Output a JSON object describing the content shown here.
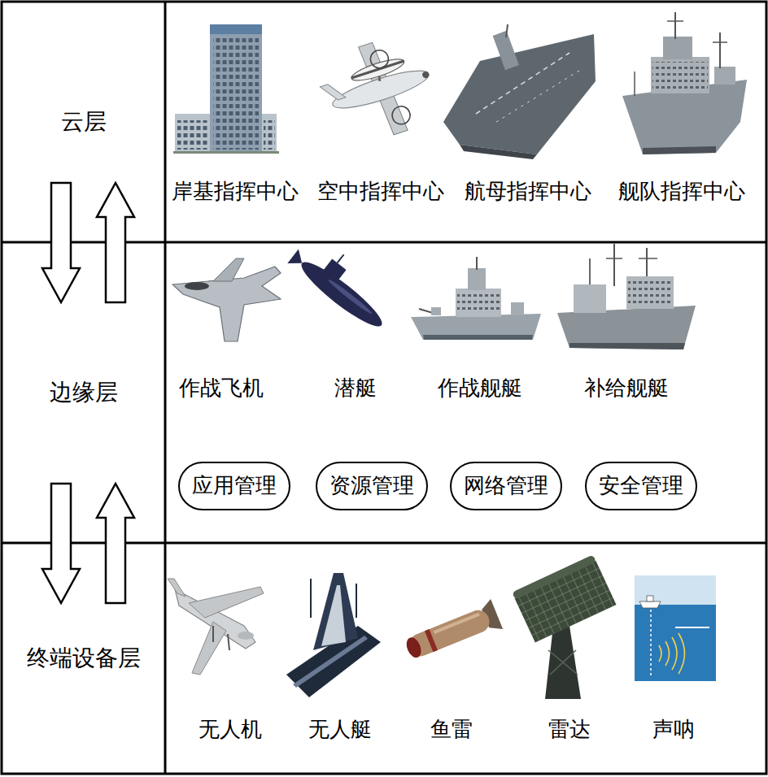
{
  "diagram": {
    "nodes": [
      {
        "text": [
          "云层"
        ]
      },
      {
        "text": [
          "边缘层"
        ]
      },
      {
        "text": [
          "终端设备层"
        ]
      },
      {
        "text": [
          "应用管理"
        ]
      },
      {
        "text": [
          "资源管理"
        ]
      },
      {
        "text": [
          "网络管理"
        ]
      },
      {
        "text": [
          "安全管理"
        ]
      }
    ],
    "edges": [
      {
        "from": 0,
        "to": 1,
        "arrow": "to"
      },
      {
        "from": 1,
        "to": 0,
        "arrow": "to"
      },
      {
        "from": 1,
        "to": 2,
        "arrow": "to"
      },
      {
        "from": 2,
        "to": 1,
        "arrow": "to"
      }
    ],
    "labels": [
      "岸基指挥中心",
      "空中指挥中心",
      "航母指挥中心",
      "舰队指挥中心",
      "作战飞机",
      "潜艇",
      "作战舰艇",
      "补给舰艇",
      "无人机",
      "无人艇",
      "鱼雷",
      "雷达",
      "声呐"
    ]
  }
}
